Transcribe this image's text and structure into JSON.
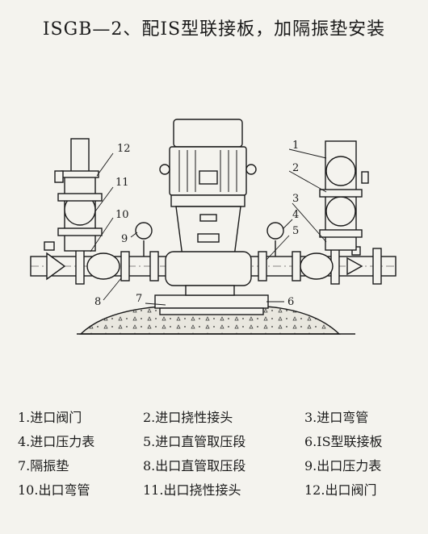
{
  "title": "ISGB—2、配IS型联接板，加隔振垫安装",
  "callouts": [
    "1",
    "2",
    "3",
    "4",
    "5",
    "6",
    "7",
    "8",
    "9",
    "10",
    "11",
    "12"
  ],
  "legend": [
    "1.进口阀门",
    "2.进口挠性接头",
    "3.进口弯管",
    "4.进口压力表",
    "5.进口直管取压段",
    "6.IS型联接板",
    "7.隔振垫",
    "8.出口直管取压段",
    "9.出口压力表",
    "10.出口弯管",
    "11.出口挠性接头",
    "12.出口阀门"
  ]
}
